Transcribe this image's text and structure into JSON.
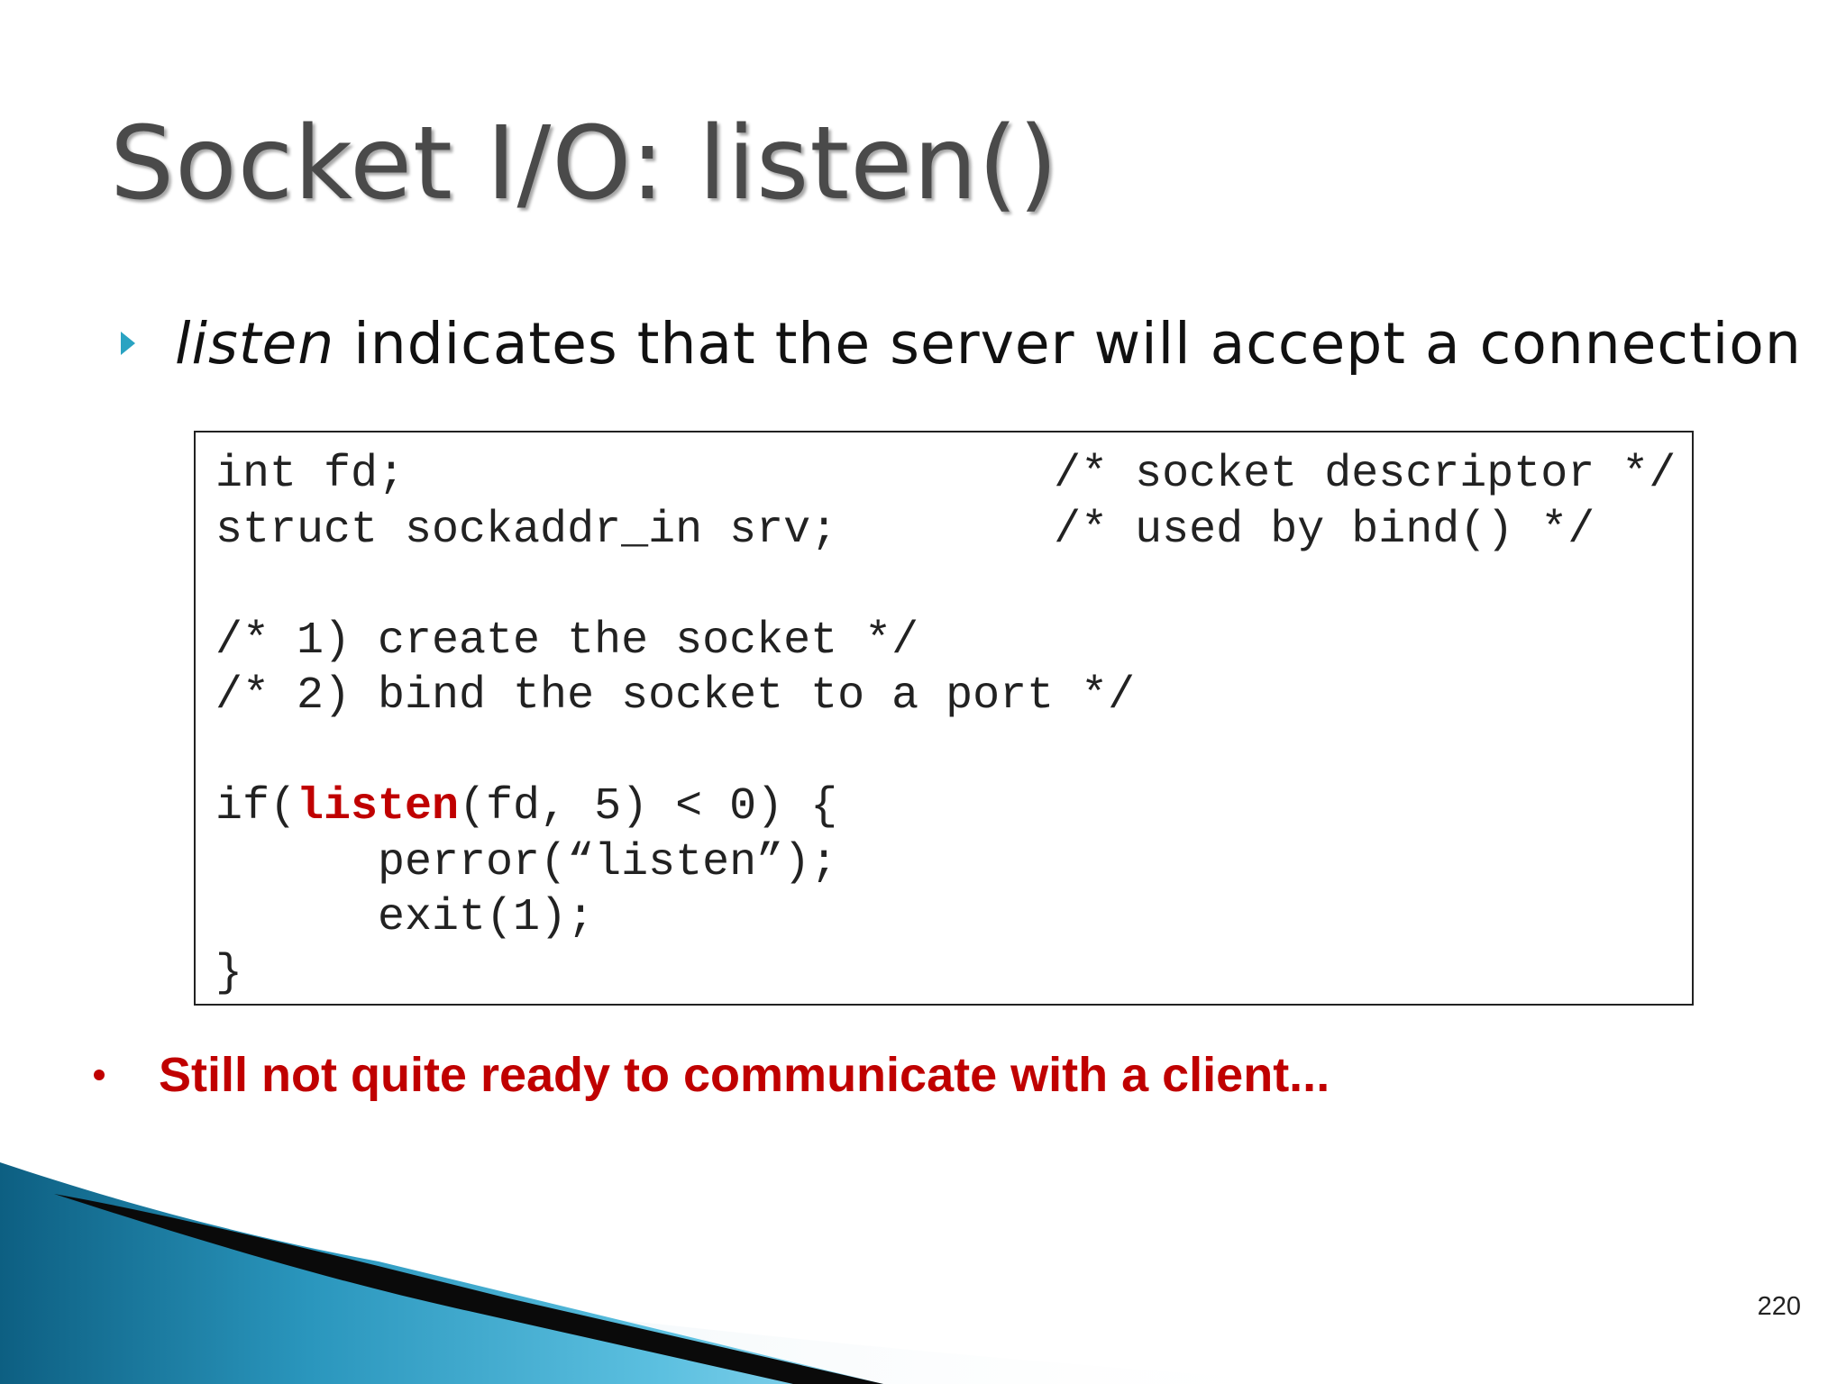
{
  "slide": {
    "title": "Socket I/O: listen()",
    "bullet1": {
      "keyword": "listen",
      "rest": " indicates that the server will accept a connection"
    },
    "code": {
      "lines": [
        {
          "text": "int fd;                        /* socket descriptor */"
        },
        {
          "text": "struct sockaddr_in srv;        /* used by bind() */"
        },
        {
          "text": ""
        },
        {
          "text": "/* 1) create the socket */"
        },
        {
          "text": "/* 2) bind the socket to a port */"
        },
        {
          "text": ""
        },
        {
          "before": "if(",
          "highlight": "listen",
          "after": "(fd, 5) < 0) {"
        },
        {
          "text": "      perror(“listen”);"
        },
        {
          "text": "      exit(1);"
        },
        {
          "text": "}"
        }
      ]
    },
    "bullet2": "Still not quite ready to communicate with a client...",
    "page_number": "220"
  },
  "colors": {
    "accent_red": "#c00000",
    "bullet_teal": "#2aa3c2",
    "title_gray": "#4a4a4a"
  }
}
